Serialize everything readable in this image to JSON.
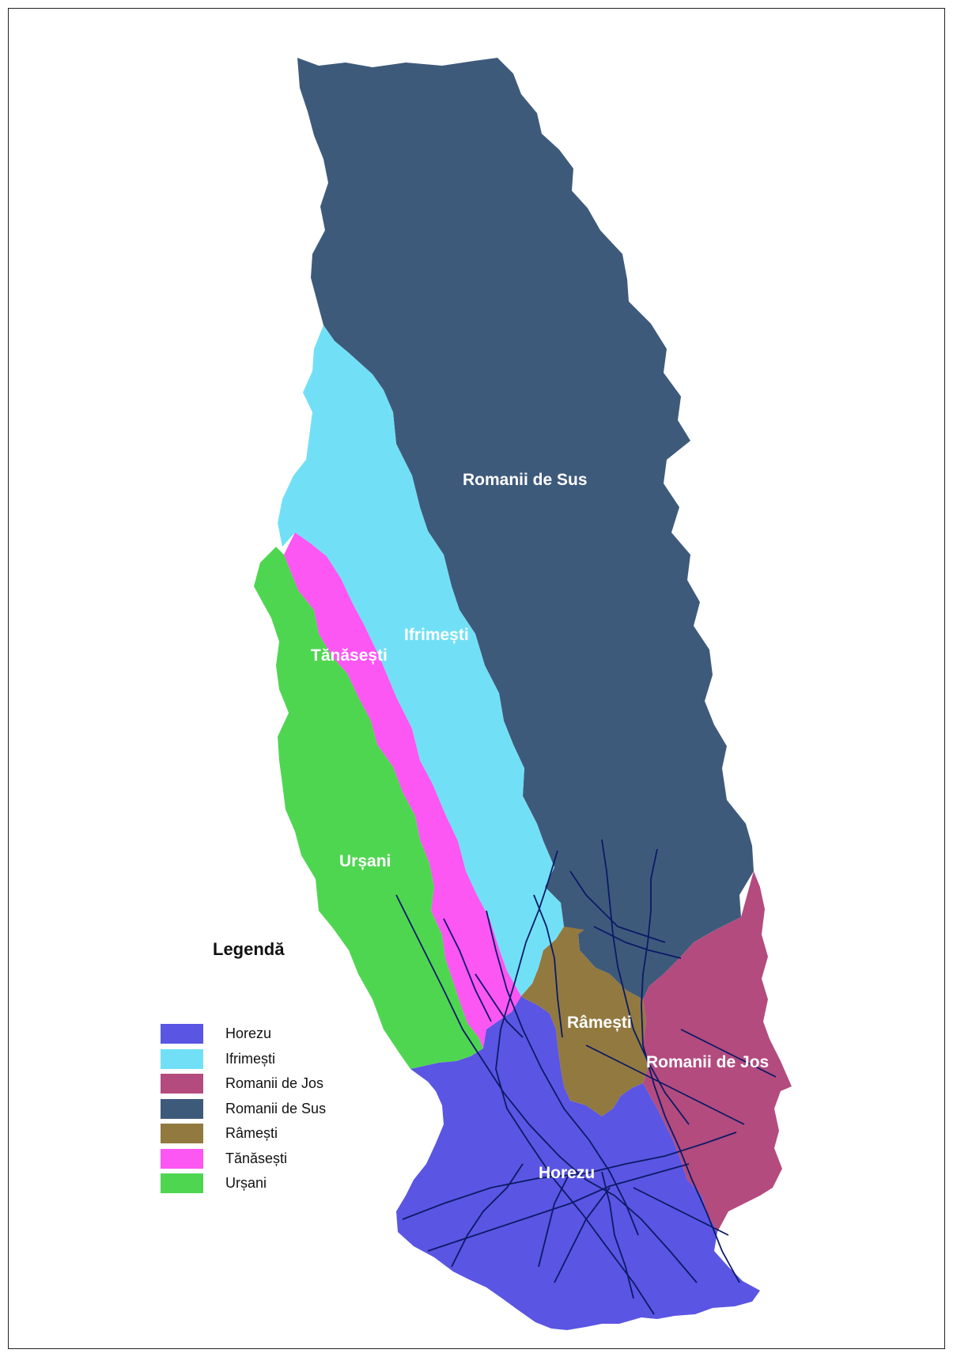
{
  "legend": {
    "title": "Legendă",
    "items": [
      {
        "label": "Horezu",
        "color": "#5a55e3"
      },
      {
        "label": "Ifrimești",
        "color": "#71e0f6"
      },
      {
        "label": "Romanii de Jos",
        "color": "#b34b7e"
      },
      {
        "label": "Romanii de Sus",
        "color": "#3e5a7b"
      },
      {
        "label": "Râmești",
        "color": "#92793f"
      },
      {
        "label": "Tănăsești",
        "color": "#fc56f3"
      },
      {
        "label": "Urșani",
        "color": "#4fd651"
      }
    ]
  },
  "regions": [
    {
      "name": "Romanii de Sus",
      "label": "Romanii de Sus",
      "color": "#3e5a7b"
    },
    {
      "name": "Ifrimești",
      "label": "Ifrimești",
      "color": "#71e0f6"
    },
    {
      "name": "Tănăsești",
      "label": "Tănăsești",
      "color": "#fc56f3"
    },
    {
      "name": "Urșani",
      "label": "Urșani",
      "color": "#4fd651"
    },
    {
      "name": "Râmești",
      "label": "Râmești",
      "color": "#92793f"
    },
    {
      "name": "Romanii de Jos",
      "label": "Romanii de Jos",
      "color": "#b34b7e"
    },
    {
      "name": "Horezu",
      "label": "Horezu",
      "color": "#5a55e3"
    }
  ],
  "roads_color": "#0b1a66"
}
